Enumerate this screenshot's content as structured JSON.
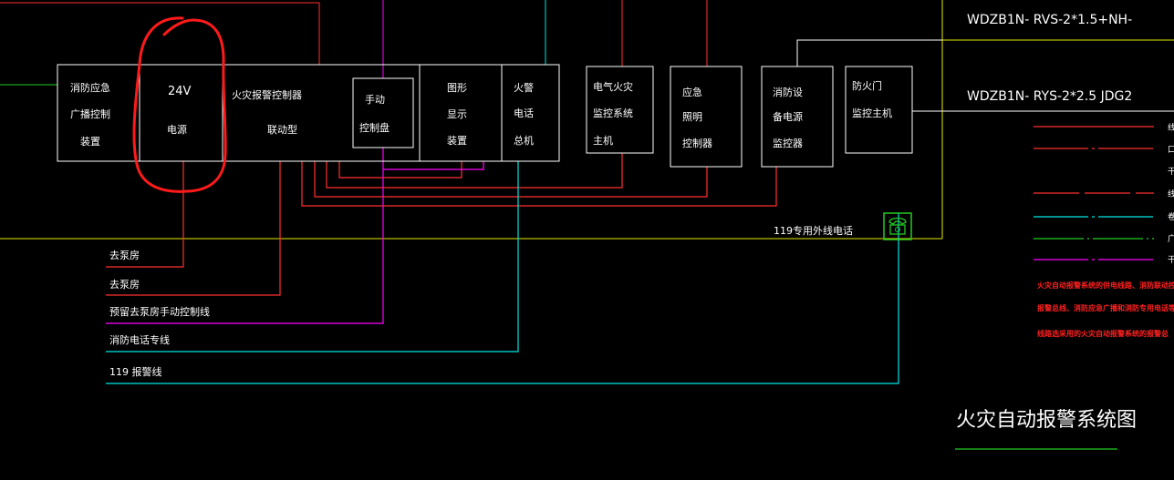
{
  "boxes": {
    "broadcast": [
      "消防应急",
      "广播控制",
      "装置"
    ],
    "power": [
      "24V",
      "电源"
    ],
    "alarm_controller": [
      "火灾报警控制器",
      "联动型"
    ],
    "manual_panel": [
      "手动",
      "控制盘"
    ],
    "graphic": [
      "图形",
      "显示",
      "装置"
    ],
    "phone_host": [
      "火警",
      "电话",
      "总机"
    ],
    "electrical_monitor": [
      "电气火灾",
      "监控系统",
      "主机"
    ],
    "emergency_light": [
      "应急",
      "照明",
      "控制器"
    ],
    "equipment_power_monitor": [
      "消防设",
      "备电源",
      "监控器"
    ],
    "door_monitor": [
      "防火门",
      "监控主机"
    ]
  },
  "labels": {
    "pump1": "去泵房",
    "pump2": "去泵房",
    "reserved": "预留去泵房手动控制线",
    "phone_line": "消防电话专线",
    "alarm_line": "119 报警线",
    "external_phone": "119专用外线电话"
  },
  "cables": {
    "top": "WDZB1N- RVS-2*1.5+NH-",
    "bottom": "WDZB1N- RYS-2*2.5  JDG2"
  },
  "notes": [
    "火灾自动报警系统的供电线路、消防联动控",
    "报警总线、消防应急广播和消防专用电话等",
    "线路选采用的火灾自动报警系统的报警总"
  ],
  "legend_fragments": [
    "线",
    "口",
    "干",
    "线",
    "卷",
    "广",
    "干"
  ],
  "title": "火灾自动报警系统图",
  "colors": {
    "background": "#000000",
    "box": "#ffffff",
    "yellow": "#ffff00",
    "red": "#ff2a2a",
    "cyan": "#00ffff",
    "magenta": "#ff00ff",
    "green": "#22cc22",
    "annotation": "#ff1a1a"
  },
  "icons": {
    "phone": "telephone-icon"
  }
}
